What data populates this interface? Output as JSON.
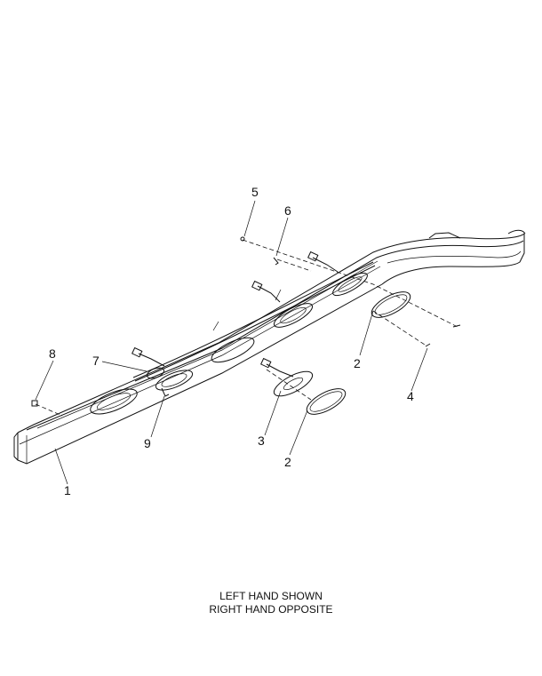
{
  "callouts": {
    "c1": "1",
    "c2a": "2",
    "c2b": "2",
    "c3": "3",
    "c4": "4",
    "c5": "5",
    "c6": "6",
    "c7": "7",
    "c8": "8",
    "c9": "9"
  },
  "caption": {
    "line1": "LEFT HAND SHOWN",
    "line2": "RIGHT HAND OPPOSITE"
  }
}
